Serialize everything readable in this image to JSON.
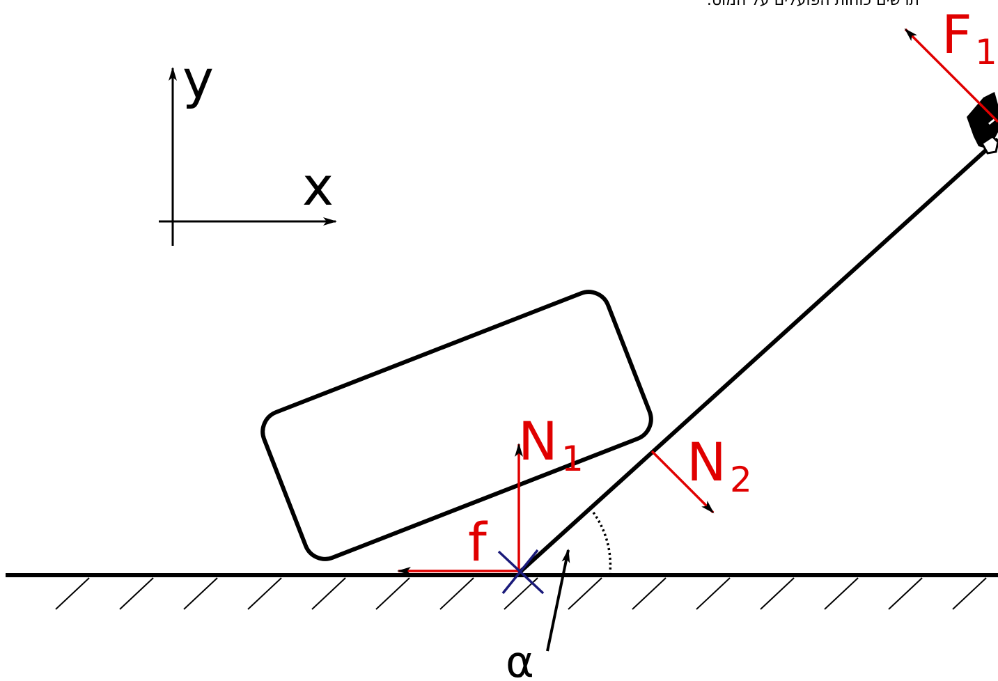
{
  "caption": "תרשים כוחות הפועלים על המוט.",
  "labels": {
    "y_axis": "y",
    "x_axis": "x",
    "force_f1": "F",
    "force_f1_sub": "1",
    "normal_n1": "N",
    "normal_n1_sub": "1",
    "normal_n2": "N",
    "normal_n2_sub": "2",
    "friction": "f",
    "angle": "α"
  },
  "colors": {
    "force": "#e00000",
    "structure": "#000000",
    "pivot_mark": "#1a1a7a",
    "background": "#ffffff"
  }
}
